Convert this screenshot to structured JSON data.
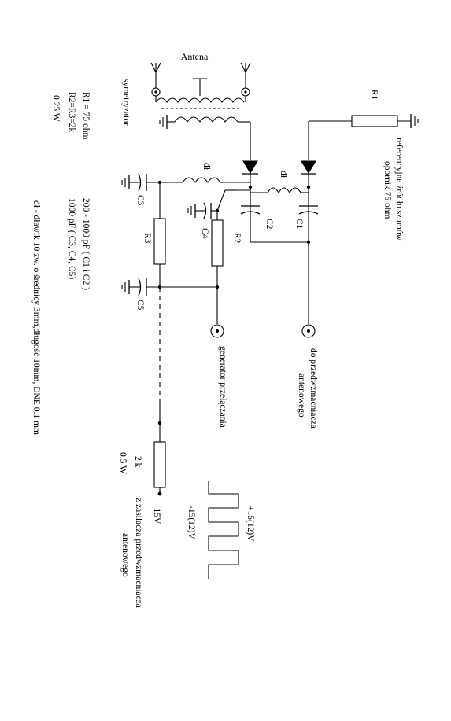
{
  "labels": {
    "antenna": "Antena",
    "symmetrizer": "symetryzator",
    "r1": "R1",
    "r2": "R2",
    "r3": "R3",
    "c1": "C1",
    "c2": "C2",
    "c3": "C3",
    "c4": "C4",
    "c5": "C5",
    "choke1": "dł",
    "choke2": "dł",
    "ref_source_line1": "referencyjne źródło szumów",
    "ref_source_line2": "opornik 75 ohm",
    "to_preamp_line1": "do przedwzmacniacza",
    "to_preamp_line2": "antenowego",
    "switch_gen": "generator przełączania",
    "res_2k": "2 k",
    "res_power": "0.5 W",
    "supply_v": "+15V",
    "supply_from_line1": "z zasilacza przedwzmacniacza",
    "supply_from_line2": "antenowego",
    "pulse_high": "+15(12)V",
    "pulse_low": "-15(12)V"
  },
  "notes": {
    "r1_value": "R1 = 75 ohm",
    "r2_r3_value": "R2=R3=2k",
    "power": "0.25 W",
    "cap1": "200 - 1000 pF    ( C1 i C2 )",
    "cap2": "1000 pF ( C3, C4, C5)",
    "choke_note": "dł - dławik 10 zw. o średnicy 3mm,długość 10mm,  DNE 0.1 mm"
  }
}
